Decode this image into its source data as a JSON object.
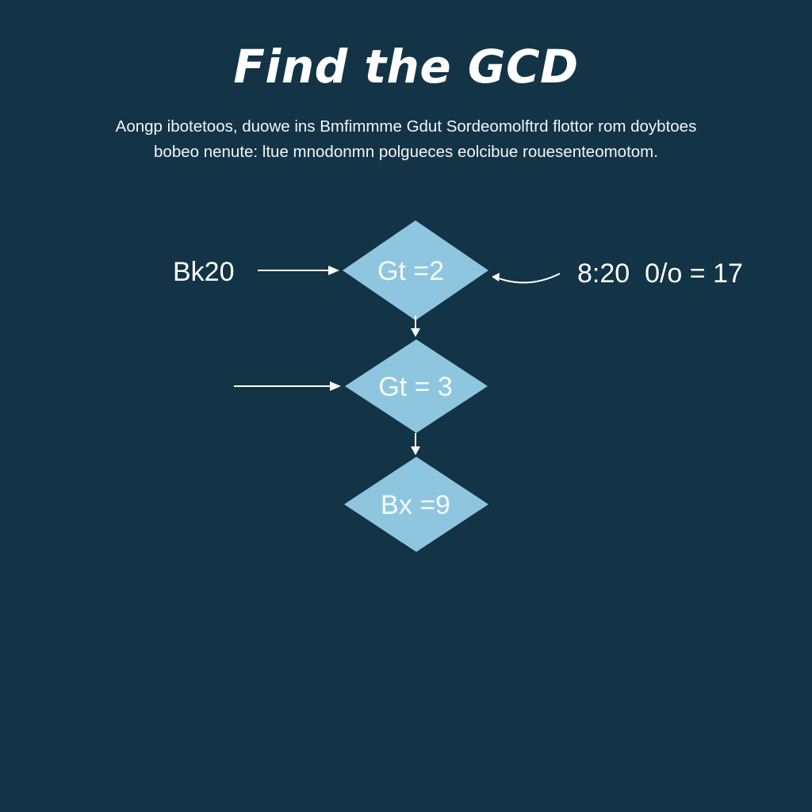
{
  "title": "Find the GCD",
  "description": {
    "line1": "Aongp ibotetoos, duowe ins Bmfimmme Gdut Sordeomolftrd flottor rom doybtoes",
    "line2": "bobeo nenute: ltue mnodonmn polgueces eolcibue rouesenteomotom."
  },
  "diagram": {
    "left_label": "Bk20",
    "right_label": "8:20  0/o = 17",
    "nodes": [
      {
        "label": "Gt =2"
      },
      {
        "label": "Gt = 3"
      },
      {
        "label": "Bx =9"
      }
    ]
  },
  "colors": {
    "background": "#133446",
    "node_fill": "#8fc6df",
    "text": "#ffffff"
  }
}
